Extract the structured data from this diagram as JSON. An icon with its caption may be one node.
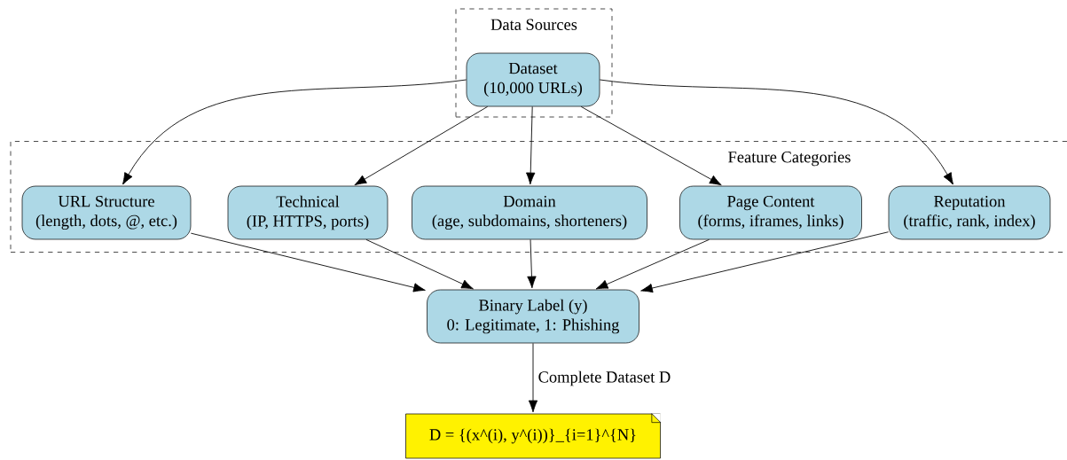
{
  "diagram": {
    "nodes": [
      {
        "text": [
          "Data Sources"
        ]
      },
      {
        "text": [
          "Dataset",
          "(10,000 URLs)"
        ],
        "in": 0
      },
      {
        "text": [
          "Feature Categories"
        ]
      },
      {
        "text": [
          "URL Structure",
          "(length, dots, @, etc.)"
        ],
        "in": 2
      },
      {
        "text": [
          "Technical",
          "(IP, HTTPS, ports)"
        ],
        "in": 2
      },
      {
        "text": [
          "Domain",
          "(age, subdomains, shorteners)"
        ],
        "in": 2
      },
      {
        "text": [
          "Page Content",
          "(forms, iframes, links)"
        ],
        "in": 2
      },
      {
        "text": [
          "Reputation",
          "(traffic, rank, index)"
        ],
        "in": 2
      },
      {
        "text": [
          "Binary Label (y)",
          "0: Legitimate, 1: Phishing"
        ]
      },
      {
        "text": [
          "D = {(x^(i), y^(i))}_{i=1}^{N}"
        ]
      }
    ],
    "edges": [
      {
        "from": 1,
        "to": 3,
        "arrow": "to"
      },
      {
        "from": 1,
        "to": 4,
        "arrow": "to"
      },
      {
        "from": 1,
        "to": 5,
        "arrow": "to"
      },
      {
        "from": 1,
        "to": 6,
        "arrow": "to"
      },
      {
        "from": 1,
        "to": 7,
        "arrow": "to"
      },
      {
        "from": 3,
        "to": 8,
        "arrow": "to"
      },
      {
        "from": 4,
        "to": 8,
        "arrow": "to"
      },
      {
        "from": 5,
        "to": 8,
        "arrow": "to"
      },
      {
        "from": 6,
        "to": 8,
        "arrow": "to"
      },
      {
        "from": 7,
        "to": 8,
        "arrow": "to"
      },
      {
        "from": 8,
        "to": 9,
        "arrow": "to",
        "label": "Complete Dataset D"
      }
    ]
  }
}
